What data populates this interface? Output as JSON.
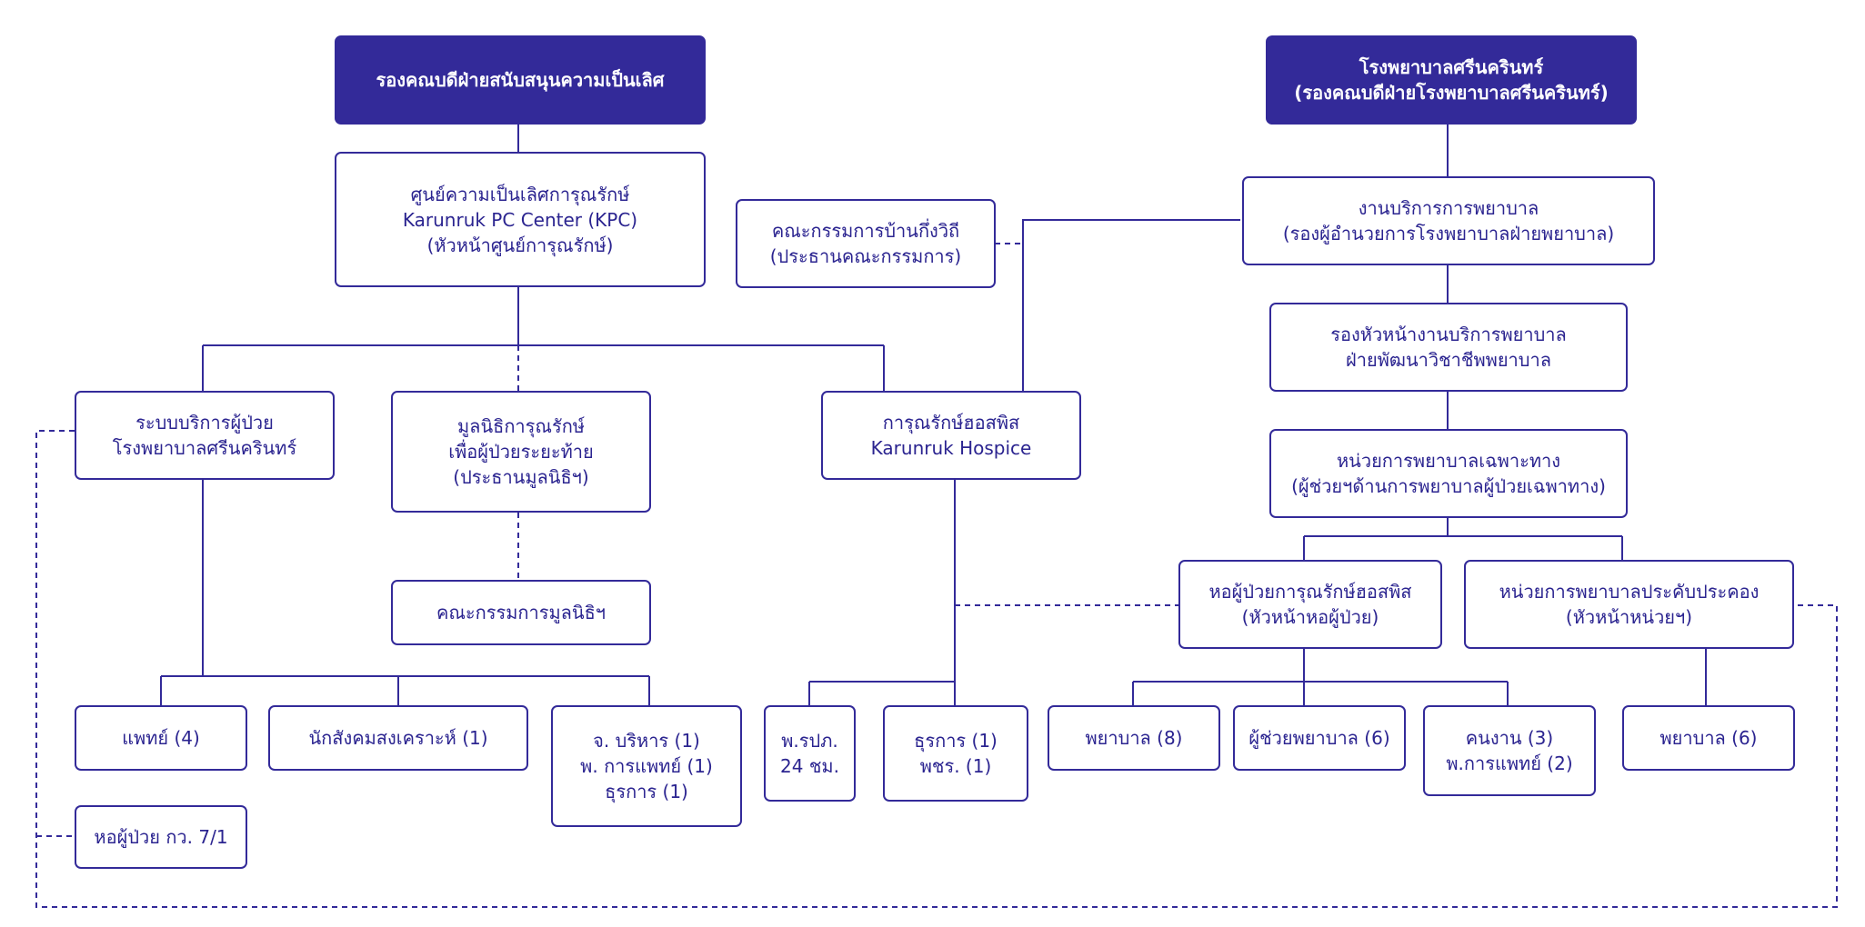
{
  "org": {
    "vp_excellence": {
      "lines": [
        "รองคณบดีฝ่ายสนับสนุนความเป็นเลิศ"
      ]
    },
    "hospital": {
      "lines": [
        "โรงพยาบาลศรีนครินทร์",
        "(รองคณบดีฝ่ายโรงพยาบาลศรีนครินทร์)"
      ]
    },
    "kpc_center": {
      "lines": [
        "ศูนย์ความเป็นเลิศการุณรักษ์",
        "Karunruk PC Center (KPC)",
        "(หัวหน้าศูนย์การุณรักษ์)"
      ]
    },
    "halfway_committee": {
      "lines": [
        "คณะกรรมการบ้านกึ่งวิถี",
        "(ประธานคณะกรรมการ)"
      ]
    },
    "nursing_service": {
      "lines": [
        "งานบริการการพยาบาล",
        "(รองผู้อำนวยการโรงพยาบาลฝ่ายพยาบาล)"
      ]
    },
    "deputy_nursing": {
      "lines": [
        "รองหัวหน้างานบริการพยาบาล",
        "ฝ่ายพัฒนาวิชาชีพพยาบาล"
      ]
    },
    "patient_service": {
      "lines": [
        "ระบบบริการผู้ป่วย",
        "โรงพยาบาลศรีนครินทร์"
      ]
    },
    "foundation": {
      "lines": [
        "มูลนิธิการุณรักษ์",
        "เพื่อผู้ป่วยระยะท้าย",
        "(ประธานมูลนิธิฯ)"
      ]
    },
    "hospice": {
      "lines": [
        "การุณรักษ์ฮอสพิส",
        "Karunruk Hospice"
      ]
    },
    "specialty_unit": {
      "lines": [
        "หน่วยการพยาบาลเฉพาะทาง",
        "(ผู้ช่วยฯด้านการพยาบาลผู้ป่วยเฉพาทาง)"
      ]
    },
    "foundation_committee": {
      "lines": [
        "คณะกรรมการมูลนิธิฯ"
      ]
    },
    "hospice_ward": {
      "lines": [
        "หอผู้ป่วยการุณรักษ์ฮอสพิส",
        "(หัวหน้าหอผู้ป่วย)"
      ]
    },
    "palliative_unit": {
      "lines": [
        "หน่วยการพยาบาลประคับประคอง",
        "(หัวหน้าหน่วยฯ)"
      ]
    },
    "doctors": {
      "lines": [
        "แพทย์ (4)"
      ]
    },
    "social_workers": {
      "lines": [
        "นักสังคมสงเคราะห์ (1)"
      ]
    },
    "admin_staff": {
      "lines": [
        "จ. บริหาร (1)",
        "พ. การแพทย์ (1)",
        "ธุรการ (1)"
      ]
    },
    "nurse_24h": {
      "lines": [
        "พ.รปภ.",
        "24 ชม."
      ]
    },
    "clerical": {
      "lines": [
        "ธุรการ (1)",
        "พชร. (1)"
      ]
    },
    "nurses_8": {
      "lines": [
        "พยาบาล (8)"
      ]
    },
    "nurse_assistants": {
      "lines": [
        "ผู้ช่วยพยาบาล (6)"
      ]
    },
    "workers": {
      "lines": [
        "คนงาน (3)",
        "พ.การแพทย์ (2)"
      ]
    },
    "nurses_6": {
      "lines": [
        "พยาบาล (6)"
      ]
    },
    "ward_71": {
      "lines": [
        "หอผู้ป่วย กว. 7/1"
      ]
    }
  },
  "colors": {
    "accent": "#332a99",
    "text": "#2b2490",
    "background": "#ffffff"
  }
}
